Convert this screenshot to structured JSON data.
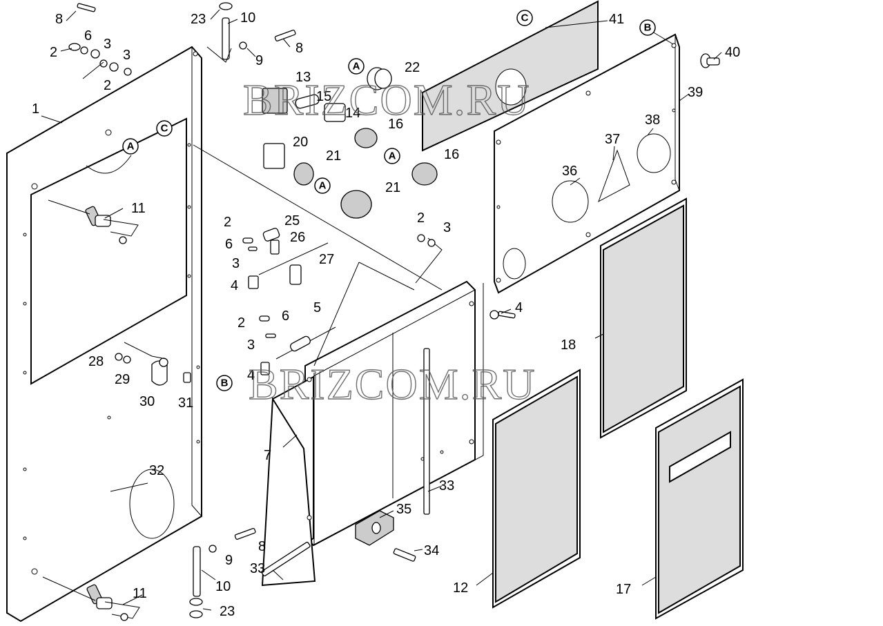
{
  "watermark": "BRIZCOM.RU",
  "callouts": [
    "1",
    "2",
    "2",
    "2",
    "2",
    "2",
    "3",
    "3",
    "3",
    "3",
    "3",
    "4",
    "4",
    "4",
    "5",
    "6",
    "6",
    "6",
    "7",
    "8",
    "8",
    "8",
    "9",
    "9",
    "10",
    "10",
    "11",
    "11",
    "12",
    "13",
    "14",
    "15",
    "16",
    "16",
    "17",
    "18",
    "20",
    "21",
    "21",
    "22",
    "23",
    "23",
    "25",
    "26",
    "27",
    "28",
    "29",
    "30",
    "31",
    "32",
    "33",
    "33",
    "34",
    "35",
    "36",
    "37",
    "38",
    "39",
    "40",
    "41"
  ],
  "references": [
    "A",
    "A",
    "A",
    "A",
    "A",
    "B",
    "B",
    "B",
    "C",
    "C"
  ],
  "colors": {
    "line": "#000000",
    "panel_fill": "#dddddd",
    "background": "#ffffff"
  }
}
